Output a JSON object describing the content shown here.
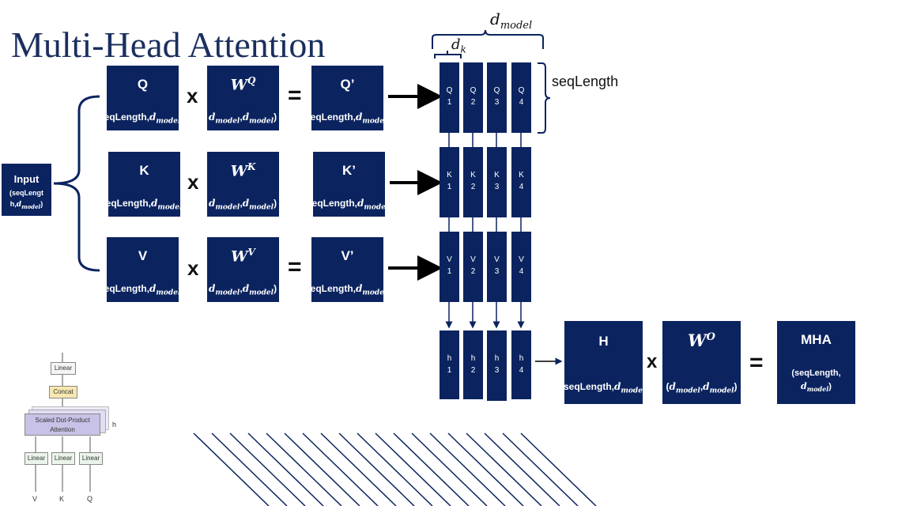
{
  "title": "Multi-Head Attention",
  "input": {
    "label": "Input",
    "shape_a": "(seqLengt",
    "shape_b": "h,",
    "shape_dim": "d",
    "shape_sub": "model",
    "shape_close": ")"
  },
  "rows": [
    {
      "id": "q",
      "mat": "Q",
      "weight": "W",
      "weight_sup": "Q",
      "eq": "=",
      "result": "Q’",
      "head_prefix": "Q"
    },
    {
      "id": "k",
      "mat": "K",
      "weight": "W",
      "weight_sup": "K",
      "eq": "",
      "result": "K’",
      "head_prefix": "K"
    },
    {
      "id": "v",
      "mat": "V",
      "weight": "W",
      "weight_sup": "V",
      "eq": "=",
      "result": "V’",
      "head_prefix": "V"
    }
  ],
  "shape_seq": "seqLength,",
  "dim_d": "d",
  "dim_model_sub": "model",
  "dim_k_sub": "k",
  "weight_shape": {
    "open": "(",
    "comma": ",",
    "close": ")"
  },
  "times_symbol": "x",
  "head_numbers": [
    "1",
    "2",
    "3",
    "4"
  ],
  "h_prefix": "h",
  "seq_label": "seqLength",
  "output": {
    "h_label": "H",
    "wo_label": "W",
    "wo_sup": "O",
    "eq": "=",
    "mha_label": "MHA",
    "mha_shape_a": "(seqLength,",
    "mha_shape_close": ")"
  },
  "mini_diagram": {
    "linear_top": "Linear",
    "concat": "Concat",
    "sdpa_line1": "Scaled Dot-Product",
    "sdpa_line2": "Attention",
    "h_mark": "h",
    "linear": "Linear",
    "inputs": [
      "V",
      "K",
      "Q"
    ]
  },
  "colors": {
    "box": "#0b2460",
    "title": "#1a2f5e",
    "concat": "#f7e7b0",
    "sdpa": "#c8c2e6"
  }
}
